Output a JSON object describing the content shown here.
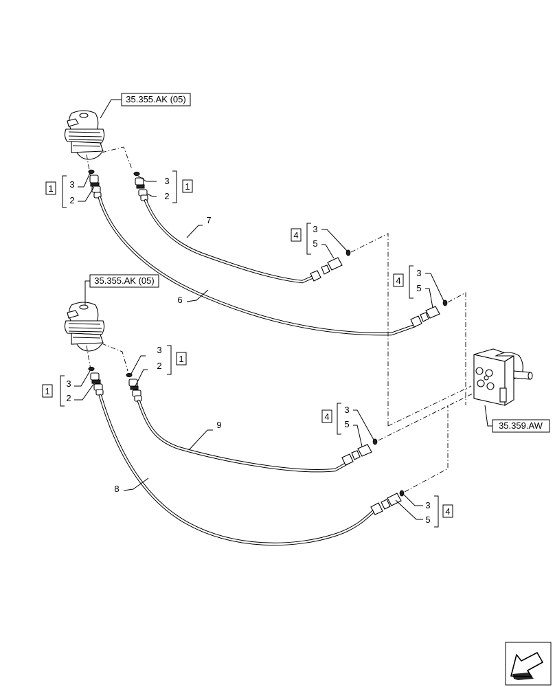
{
  "references": {
    "joystick_top": "35.355.AK (05)",
    "joystick_bottom": "35.355.AK (05)",
    "valve": "35.359.AW"
  },
  "callouts": {
    "box_1": "1",
    "box_4": "4",
    "item_2": "2",
    "item_3": "3",
    "item_5": "5",
    "hose_6": "6",
    "hose_7": "7",
    "hose_8": "8",
    "hose_9": "9"
  },
  "icons": {
    "navigation": "arrow-icon"
  }
}
